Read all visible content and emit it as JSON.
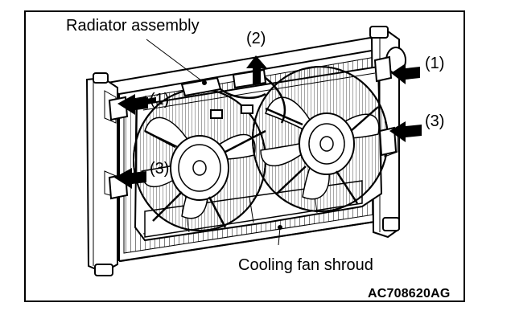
{
  "diagram": {
    "labels": {
      "radiator_assembly": "Radiator assembly",
      "cooling_fan_shroud": "Cooling fan shroud",
      "figure_code": "AC708620AG"
    },
    "callouts": {
      "callout_1": "(1)",
      "callout_2": "(2)",
      "callout_3": "(3)"
    },
    "colors": {
      "line": "#000000",
      "fill": "#ffffff",
      "shade": "#d9d9d9"
    }
  }
}
